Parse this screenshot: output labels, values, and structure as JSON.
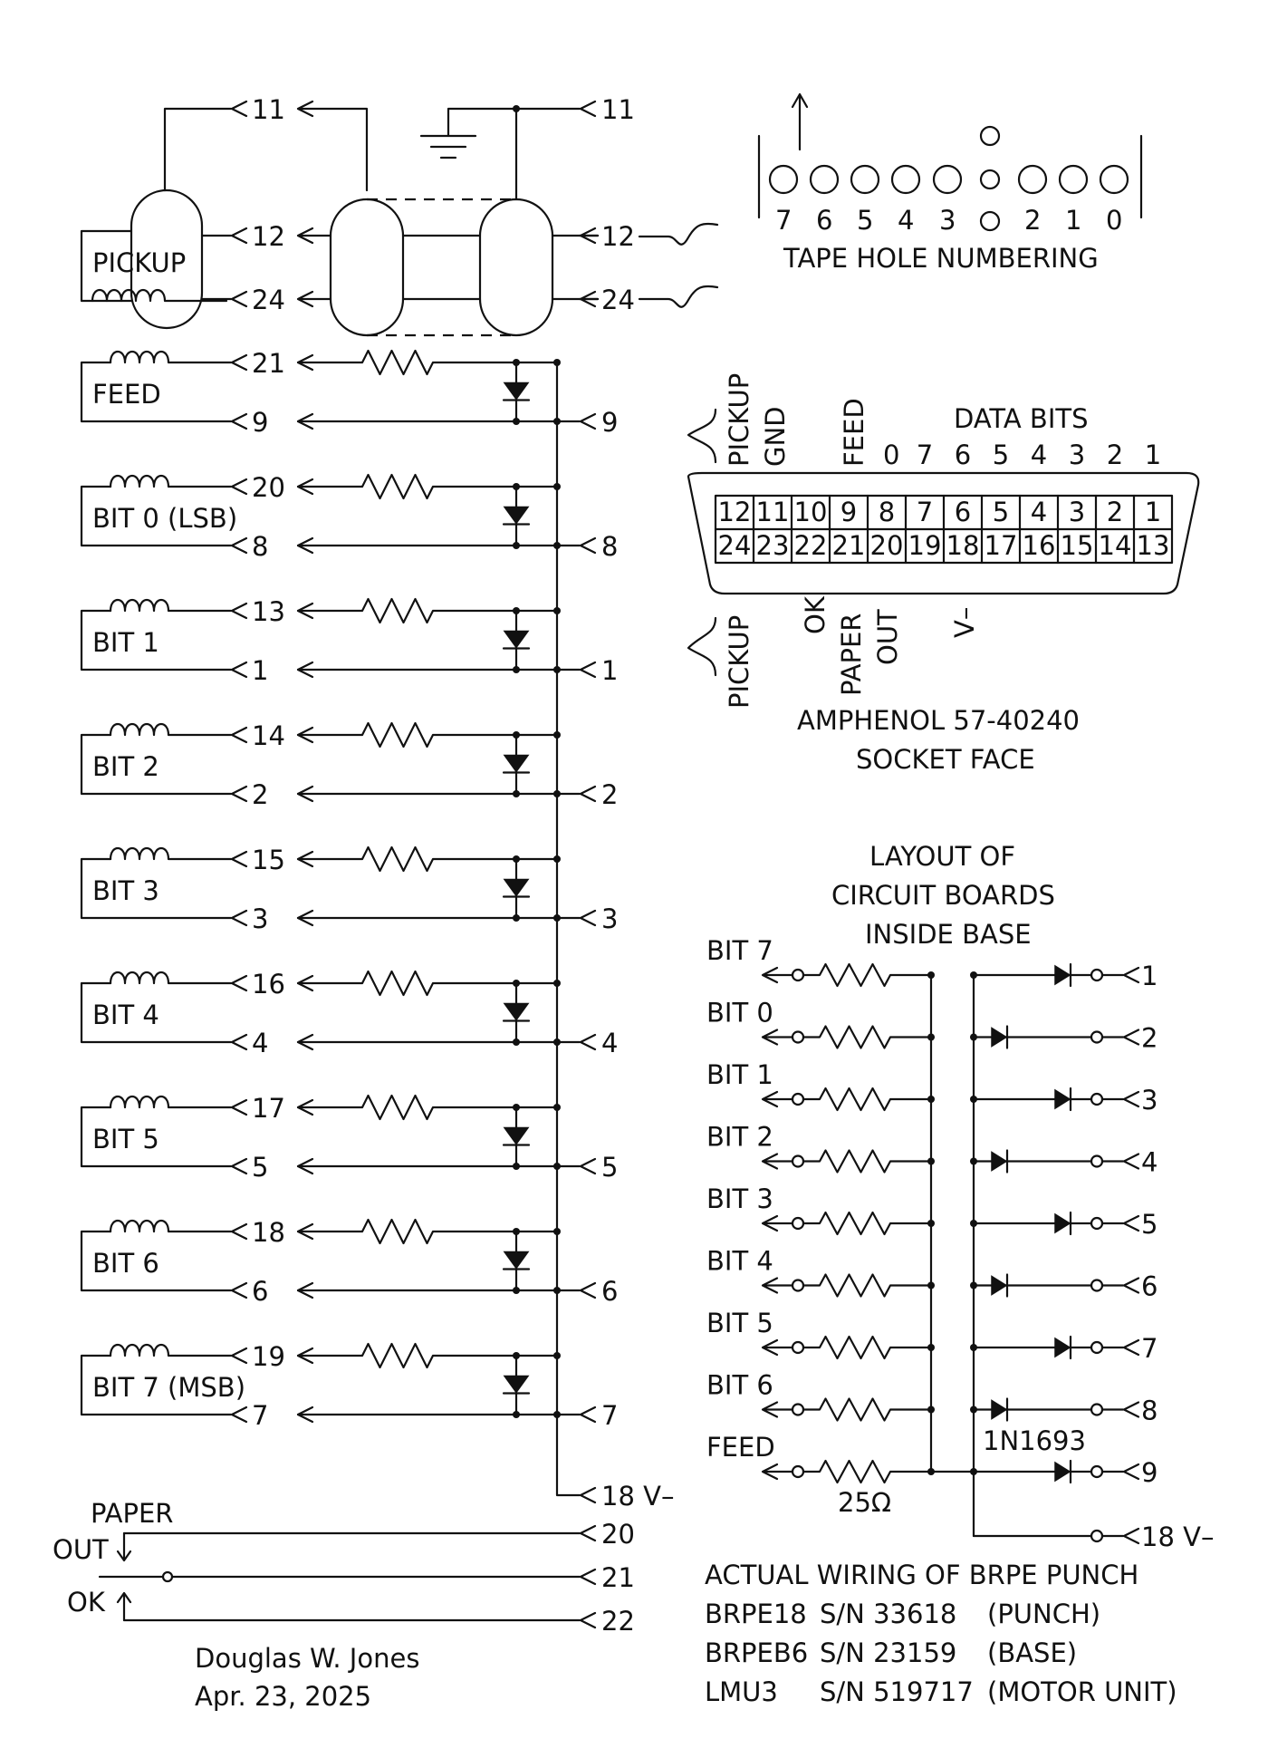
{
  "pickup": {
    "label": "PICKUP",
    "pin_top": "11",
    "pin_a": "12",
    "pin_b": "24",
    "rhs_top": "11",
    "rhs_a": "12",
    "rhs_b": "24"
  },
  "feed_row": {
    "name": "FEED",
    "coil_pin": "21",
    "ret_pin": "9",
    "rhs_pin": "9"
  },
  "bit_rows": [
    {
      "name": "BIT 0 (LSB)",
      "coil_pin": "20",
      "ret_pin": "8",
      "rhs_pin": "8"
    },
    {
      "name": "BIT 1",
      "coil_pin": "13",
      "ret_pin": "1",
      "rhs_pin": "1"
    },
    {
      "name": "BIT 2",
      "coil_pin": "14",
      "ret_pin": "2",
      "rhs_pin": "2"
    },
    {
      "name": "BIT 3",
      "coil_pin": "15",
      "ret_pin": "3",
      "rhs_pin": "3"
    },
    {
      "name": "BIT 4",
      "coil_pin": "16",
      "ret_pin": "4",
      "rhs_pin": "4"
    },
    {
      "name": "BIT 5",
      "coil_pin": "17",
      "ret_pin": "5",
      "rhs_pin": "5"
    },
    {
      "name": "BIT 6",
      "coil_pin": "18",
      "ret_pin": "6",
      "rhs_pin": "6"
    },
    {
      "name": "BIT 7 (MSB)",
      "coil_pin": "19",
      "ret_pin": "7",
      "rhs_pin": "7"
    }
  ],
  "supply": {
    "label": "18 V–"
  },
  "switch": {
    "paper": "PAPER",
    "out": "OUT",
    "ok": "OK",
    "pin_out": "20",
    "pin_com": "21",
    "pin_ok": "22"
  },
  "signature": {
    "name": "Douglas W. Jones",
    "date": "Apr. 23, 2025"
  },
  "tape": {
    "title": "TAPE HOLE NUMBERING",
    "labels": [
      "7",
      "6",
      "5",
      "4",
      "3",
      "2",
      "1",
      "0"
    ]
  },
  "connector": {
    "caption_line1": "AMPHENOL 57-40240",
    "caption_line2": "SOCKET FACE",
    "top_labels": {
      "pickup": "PICKUP",
      "gnd": "GND",
      "feed": "FEED",
      "bit0": "0",
      "data_bits": "DATA BITS"
    },
    "data_bit_labels": [
      "7",
      "6",
      "5",
      "4",
      "3",
      "2",
      "1"
    ],
    "bottom_labels": {
      "pickup": "PICKUP",
      "ok": "OK",
      "paper": "PAPER",
      "out": "OUT",
      "vminus": "V–"
    },
    "row1": [
      "12",
      "11",
      "10",
      "9",
      "8",
      "7",
      "6",
      "5",
      "4",
      "3",
      "2",
      "1"
    ],
    "row2": [
      "24",
      "23",
      "22",
      "21",
      "20",
      "19",
      "18",
      "17",
      "16",
      "15",
      "14",
      "13"
    ]
  },
  "layout": {
    "title_line1": "LAYOUT OF",
    "title_line2": "CIRCUIT BOARDS",
    "title_line3": "INSIDE BASE",
    "left_labels": [
      "BIT 7",
      "BIT 0",
      "BIT 1",
      "BIT 2",
      "BIT 3",
      "BIT 4",
      "BIT 5",
      "BIT 6",
      "FEED"
    ],
    "right_pins": [
      "1",
      "2",
      "3",
      "4",
      "5",
      "6",
      "7",
      "8",
      "9"
    ],
    "supply": "18 V–",
    "diode_part": "1N1693",
    "resistor_value": "25Ω"
  },
  "wiring": {
    "title": "ACTUAL WIRING OF BRPE PUNCH",
    "items": [
      {
        "model": "BRPE18",
        "serial": "S/N 33618",
        "note": "(PUNCH)"
      },
      {
        "model": "BRPEB6",
        "serial": "S/N 23159",
        "note": "(BASE)"
      },
      {
        "model": "LMU3",
        "serial": "S/N 519717",
        "note": "(MOTOR UNIT)"
      }
    ]
  }
}
